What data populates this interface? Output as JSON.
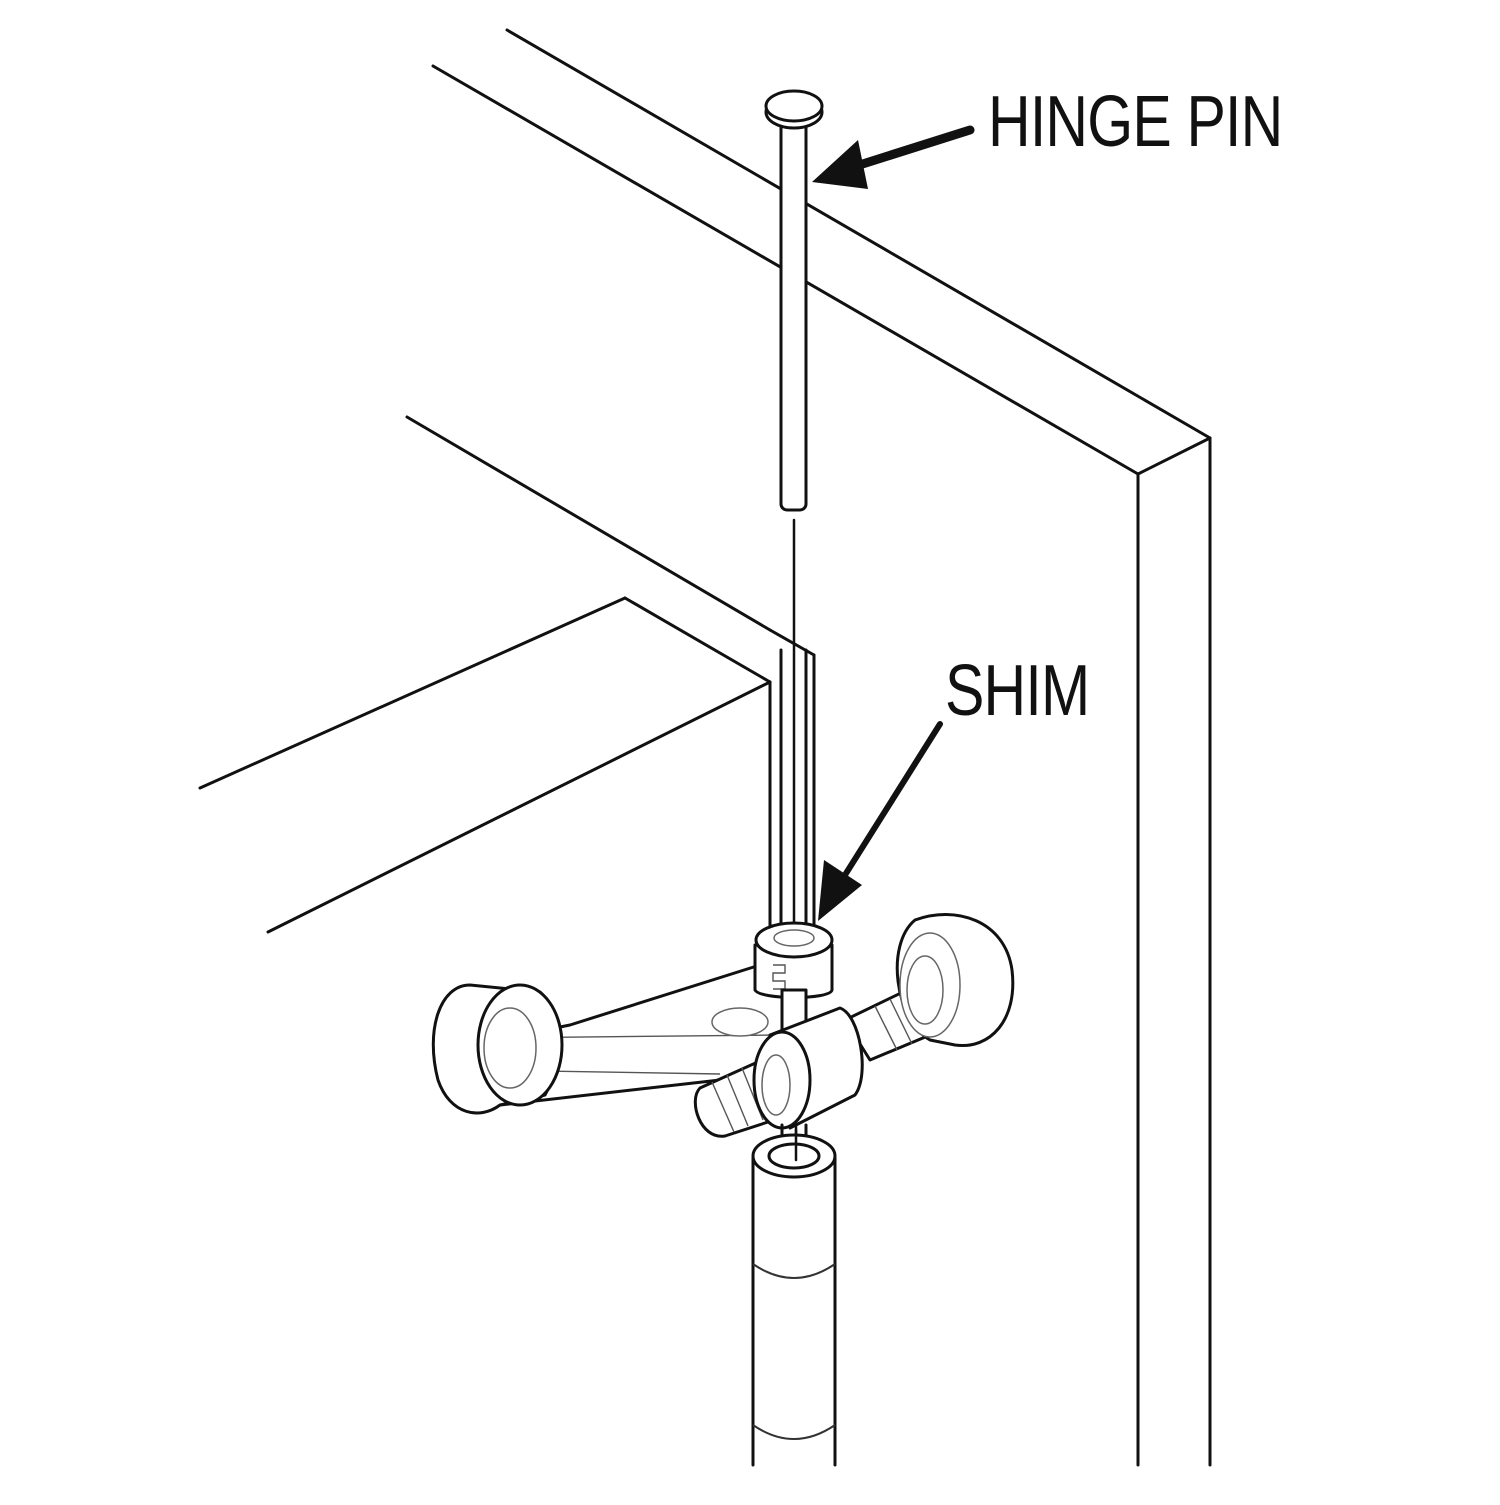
{
  "diagram": {
    "labels": {
      "hinge_pin": "HINGE PIN",
      "shim": "SHIM"
    },
    "colors": {
      "line": "#111111",
      "background": "#ffffff"
    },
    "parts": [
      "door-frame",
      "door-panel",
      "hinge-pin",
      "shim",
      "hinge-knuckle-assembly",
      "threaded-rod",
      "lower-hinge-barrel"
    ]
  }
}
